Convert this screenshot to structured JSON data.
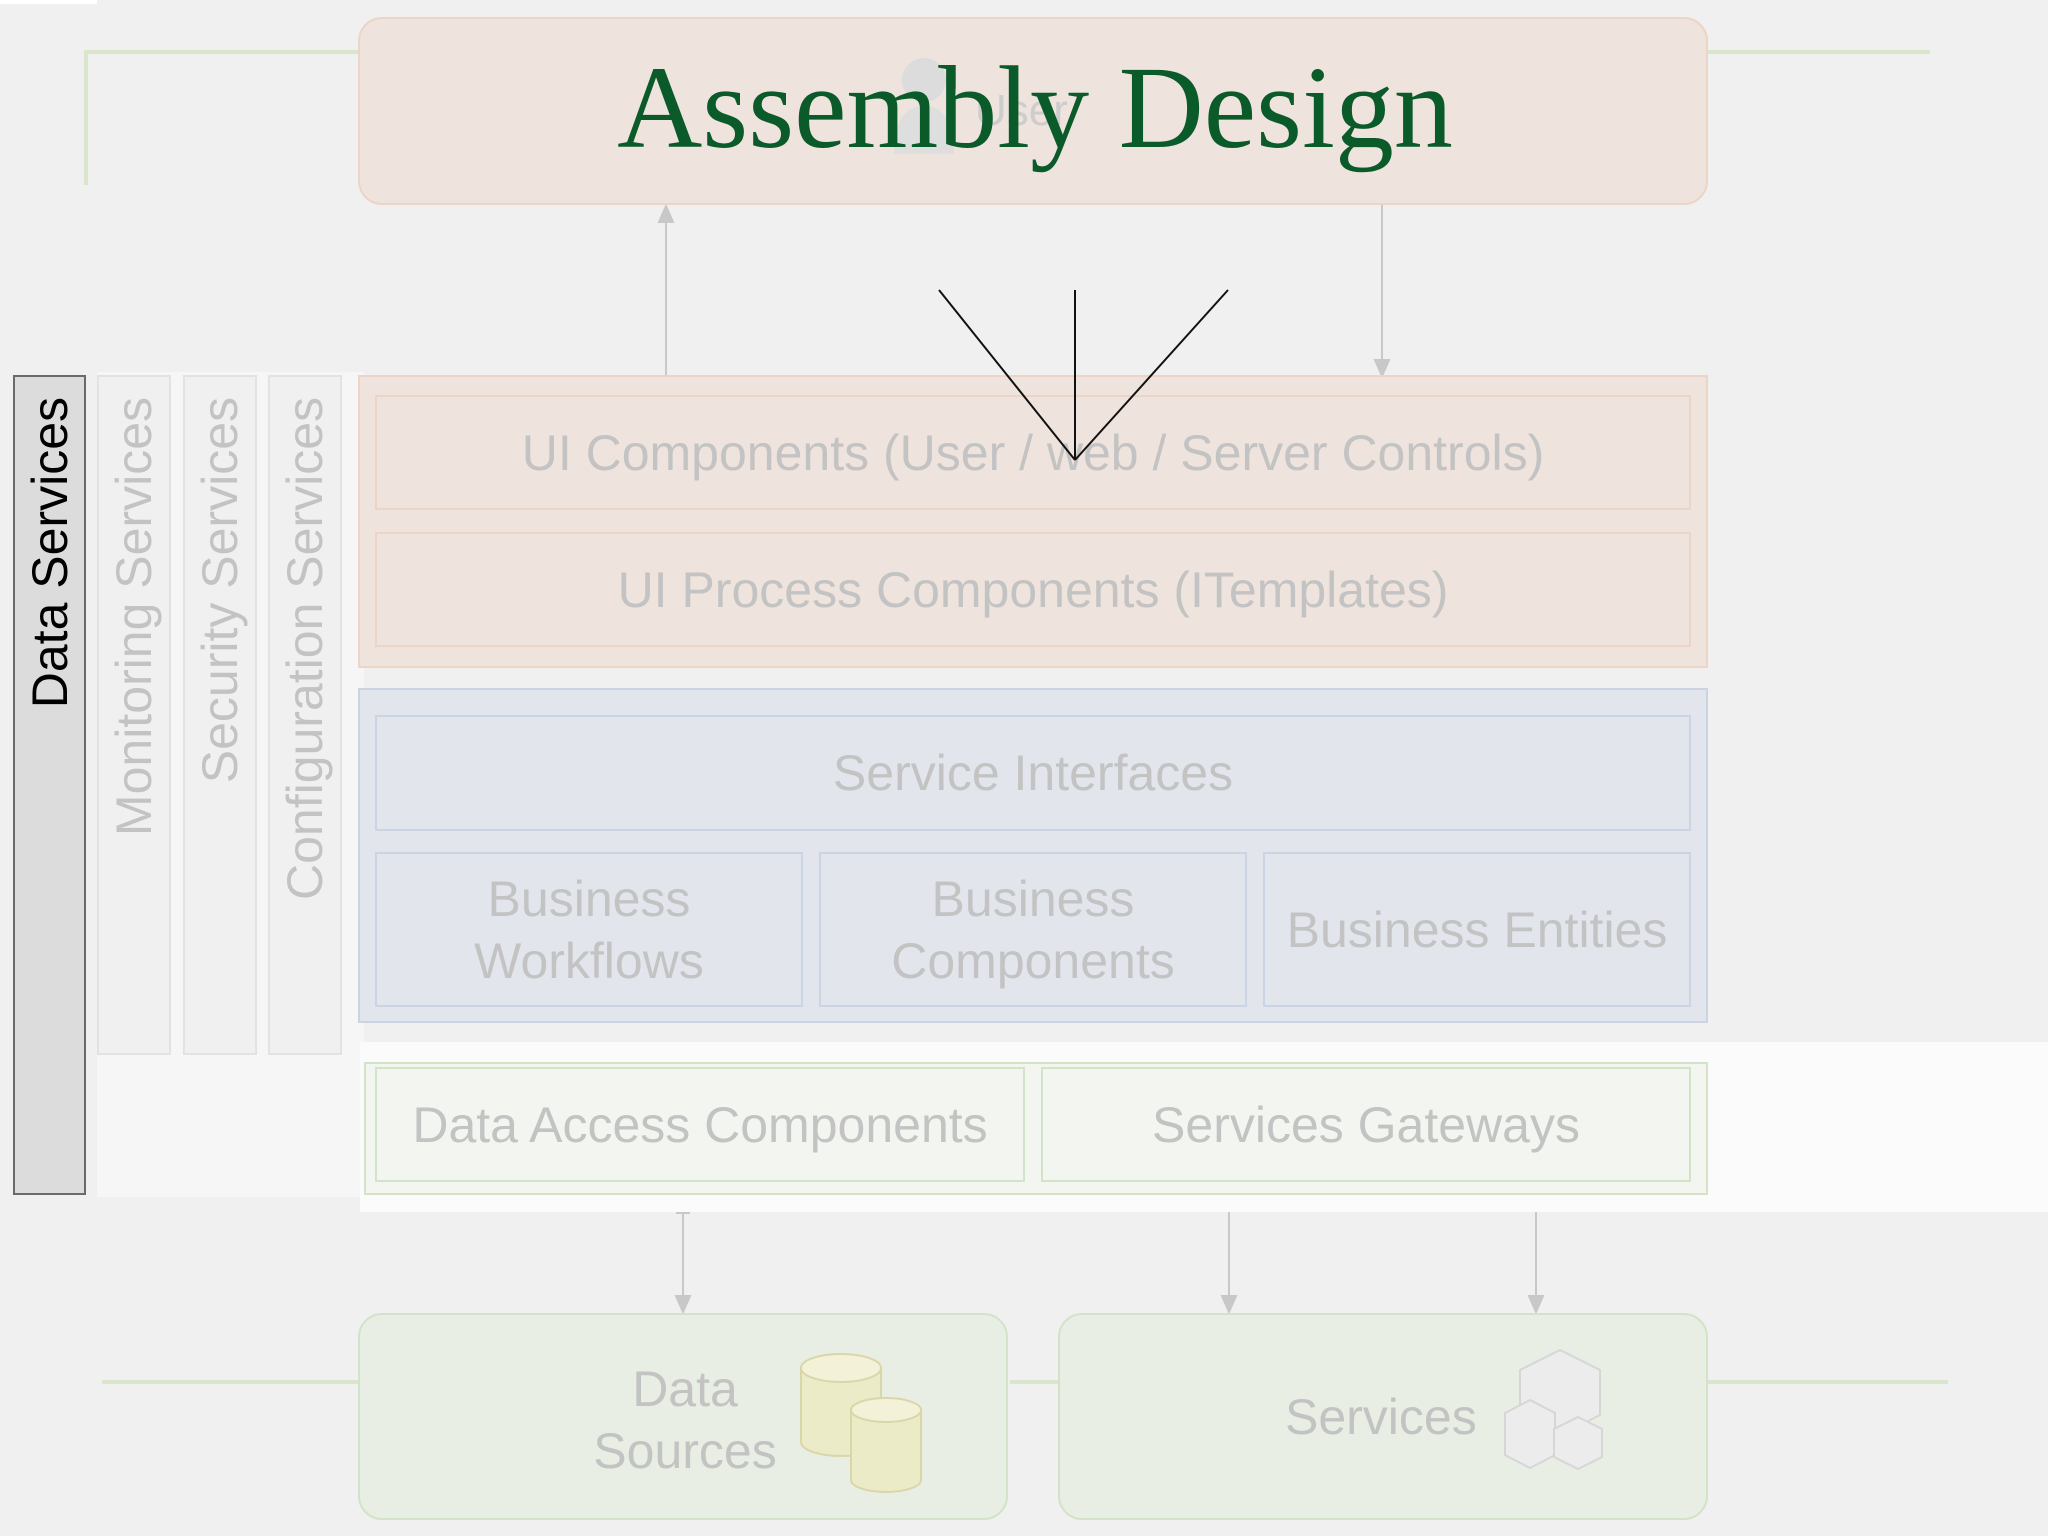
{
  "title": "Assembly Design",
  "colors": {
    "title": "#0a5a2a",
    "presentation_fill": "#efe3dd",
    "presentation_border": "#ecd4c6",
    "business_fill": "#e2e6ec",
    "business_border": "#cbd4e2",
    "data_fill": "#e8eee3",
    "data_border": "#d2e3c8",
    "faint_text": "#c3c3c3"
  },
  "user_label": "User",
  "side_services": {
    "data": "Data Services",
    "monitoring": "Monitoring Services",
    "security": "Security Services",
    "configuration": "Configuration Services"
  },
  "presentation": {
    "ui_components": "UI Components (User / web / Server Controls)",
    "ui_process": "UI Process Components (ITemplates)"
  },
  "business": {
    "service_interfaces": "Service Interfaces",
    "workflows": "Business Workflows",
    "components": "Business Components",
    "entities": "Business Entities"
  },
  "data_layer": {
    "access": "Data Access Components",
    "gateways": "Services Gateways"
  },
  "bottom": {
    "data_sources": "Data Sources",
    "services": "Services"
  },
  "icons": [
    "user-icon",
    "database-icon",
    "cubes-icon"
  ]
}
